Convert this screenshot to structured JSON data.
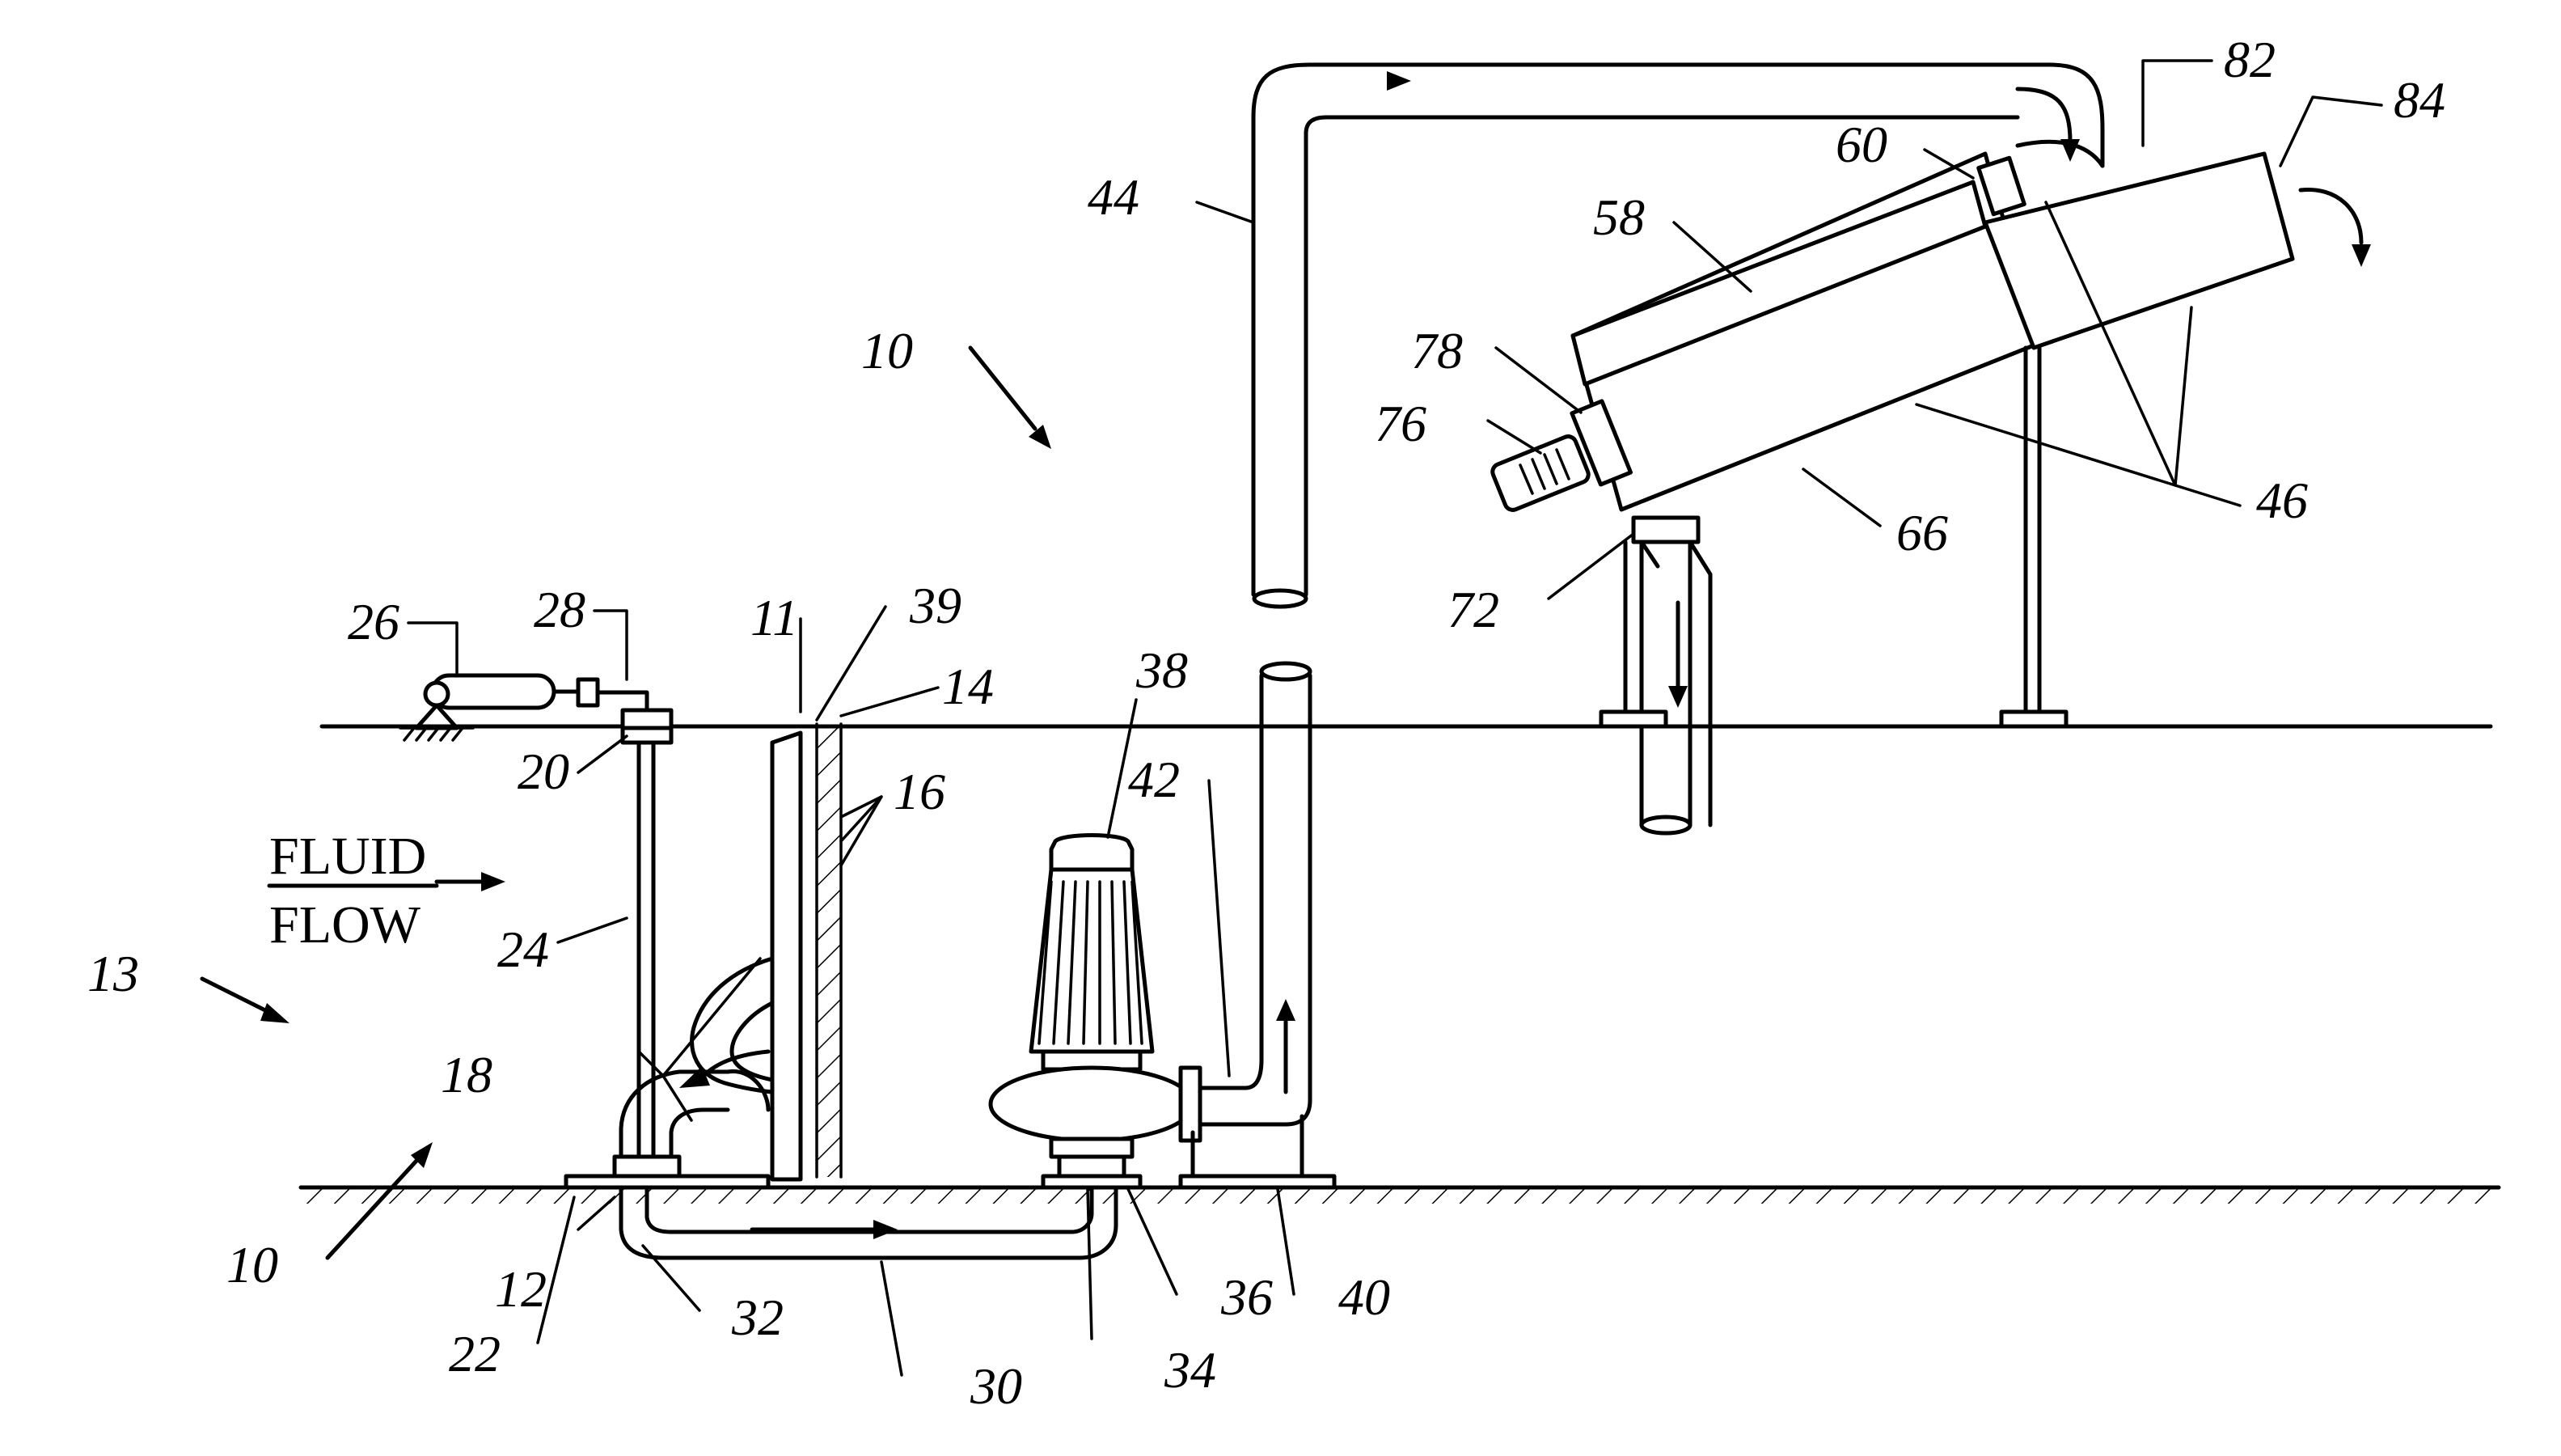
{
  "caption": {
    "line1": "FLUID",
    "line2": "FLOW"
  },
  "reference_numerals": {
    "n10_upper": "10",
    "n10_lower": "10",
    "n11": "11",
    "n12": "12",
    "n13": "13",
    "n14": "14",
    "n16": "16",
    "n18": "18",
    "n20": "20",
    "n22": "22",
    "n24": "24",
    "n26": "26",
    "n28": "28",
    "n30": "30",
    "n32": "32",
    "n34": "34",
    "n36": "36",
    "n38": "38",
    "n39": "39",
    "n40": "40",
    "n42": "42",
    "n44": "44",
    "n46": "46",
    "n58": "58",
    "n60": "60",
    "n66": "66",
    "n72": "72",
    "n76": "76",
    "n78": "78",
    "n82": "82",
    "n84": "84"
  }
}
